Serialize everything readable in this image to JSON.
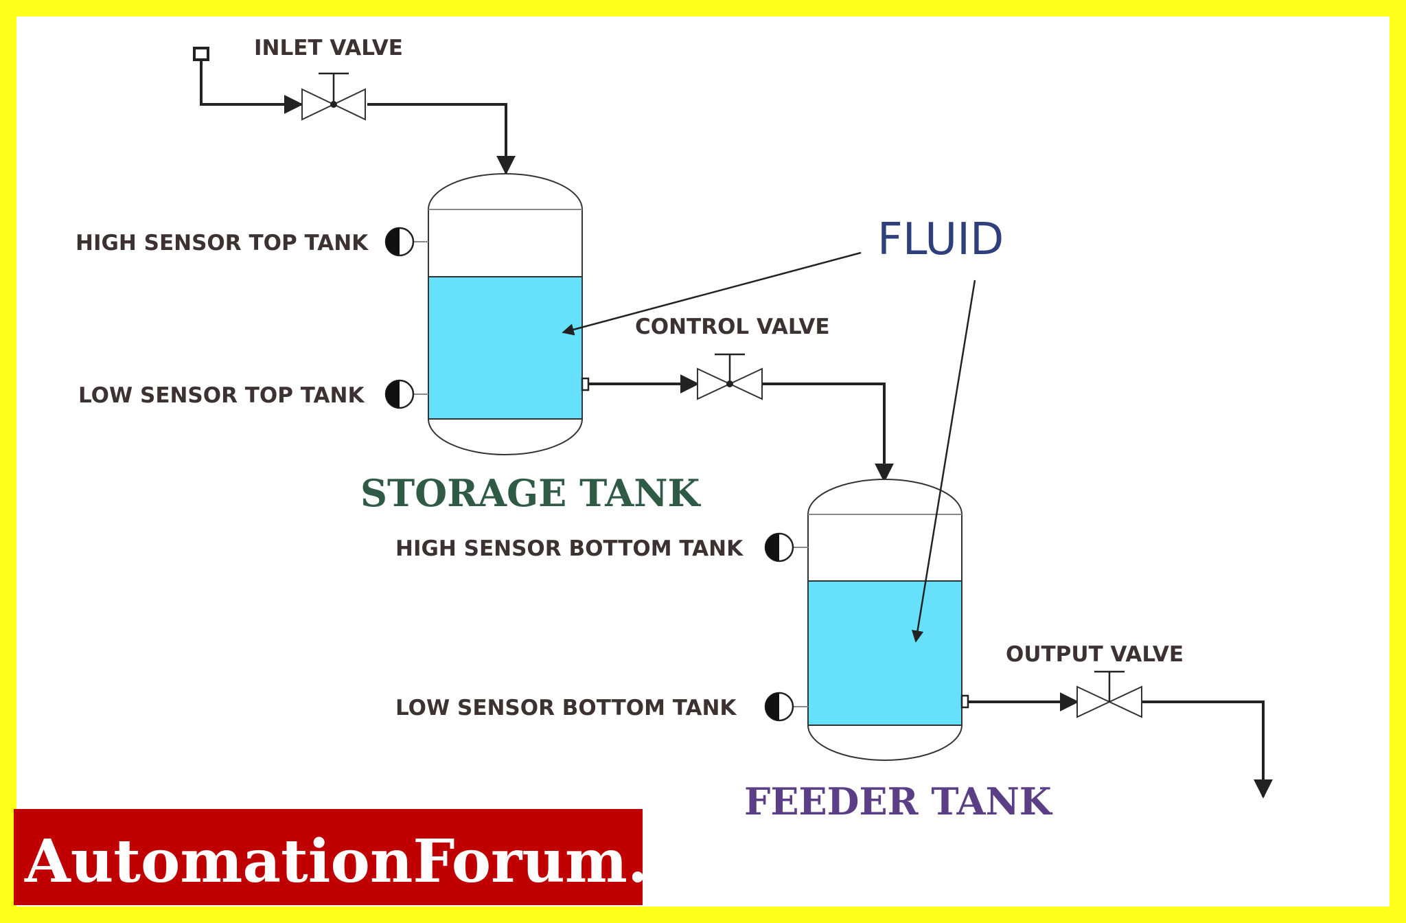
{
  "labels": {
    "inlet_valve": "INLET VALVE",
    "control_valve": "CONTROL VALVE",
    "output_valve": "OUTPUT VALVE",
    "high_sensor_top": "HIGH SENSOR TOP TANK",
    "low_sensor_top": "LOW SENSOR TOP TANK",
    "high_sensor_bottom": "HIGH SENSOR BOTTOM TANK",
    "low_sensor_bottom": "LOW SENSOR BOTTOM TANK",
    "fluid": "FLUID",
    "storage_tank": "STORAGE TANK",
    "feeder_tank": "FEEDER TANK"
  },
  "brand": {
    "text": "AutomationForum.Co"
  },
  "colors": {
    "border": "#ffff1a",
    "fluid": "#66e0fb",
    "brand_bg": "#c00000",
    "storage_title": "#2f5a46",
    "feeder_title": "#5a3f86",
    "fluid_label": "#2e3f7c"
  }
}
